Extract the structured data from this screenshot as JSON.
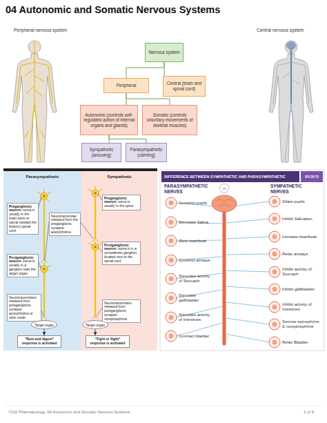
{
  "diagram": {
    "title": "04 Autonomic and Somatic Nervous Systems",
    "nodes": [
      {
        "text": [
          "Nervous system"
        ]
      },
      {
        "text": [
          "Peripheral"
        ]
      },
      {
        "text": [
          "Central (brain and spinal cord)"
        ]
      },
      {
        "text": [
          "Autonomic (controls self-regulated action of internal organs and glands)"
        ]
      },
      {
        "text": [
          "Somatic (controls voluntary movements of skeletal muscles)"
        ]
      },
      {
        "text": [
          "Sympathetic (arousing)"
        ]
      },
      {
        "text": [
          "Parasympathetic (calming)"
        ]
      },
      {
        "text": [
          "Parasympathetic"
        ]
      },
      {
        "text": [
          "Sympathetic"
        ]
      },
      {
        "text": [
          "Preganglionic neuron:",
          "soma is usually in the brain-stem or sacral (toward the bottom) spinal cord"
        ],
        "in": 7
      },
      {
        "text": [
          "Neurotransmitter released from the preganglionic synapse: acetylcholine"
        ],
        "in": 7
      },
      {
        "text": [
          "Preganglionic neuron:",
          "soma is usually in the spine"
        ],
        "in": 8
      },
      {
        "text": [
          "Postganglionic neuron:",
          "soma is usually in a ganglion near the target organ"
        ],
        "in": 7
      },
      {
        "text": [
          "Postganglionic neuron:",
          "soma is in a sympathetic ganglion, located next to the spinal cord"
        ],
        "in": 8
      },
      {
        "text": [
          "Neurotransmitters released from postganglionic synapse: acetylcholine or nitric oxide"
        ],
        "in": 7
      },
      {
        "text": [
          "Neurotransmitters released from postganglionic synapse: norepinephrine"
        ],
        "in": 8
      },
      {
        "text": [
          "Target organ"
        ],
        "in": 7
      },
      {
        "text": [
          "Target organ"
        ],
        "in": 8
      },
      {
        "text": [
          "\"Rest and digest\" response is activated"
        ],
        "in": 7
      },
      {
        "text": [
          "\"Fight or flight\" response is activated"
        ],
        "in": 8
      },
      {
        "text": [
          "DIFFERENCE BETWEEN SYMPATHETIC AND PARASYMPATHETIC"
        ]
      },
      {
        "text": [
          "vs"
        ]
      }
    ],
    "edges": [
      {
        "from": 0,
        "to": 1,
        "arrow": "none"
      },
      {
        "from": 0,
        "to": 2,
        "arrow": "none"
      },
      {
        "from": 1,
        "to": 3,
        "arrow": "none"
      },
      {
        "from": 1,
        "to": 4,
        "arrow": "none"
      },
      {
        "from": 3,
        "to": 5,
        "arrow": "none"
      },
      {
        "from": 3,
        "to": 6,
        "arrow": "none"
      },
      {
        "from": 16,
        "to": 18,
        "arrow": "to"
      },
      {
        "from": 17,
        "to": 19,
        "arrow": "to"
      }
    ],
    "labels": [
      "Peripheral nervous system",
      "Central nervous system",
      "PARASYMPATHETIC NERVES",
      "SYMPATHETIC NERVES",
      "Constrict pupils",
      "Stimulate Saliva",
      "Slow heartbeat",
      "Constrict airways",
      "Stimulate activity of Stomach",
      "Stimulate gallbladder",
      "Stimulate activity of Intestines",
      "Contract bladder",
      "Dilate pupils",
      "Inhibit Salivation",
      "Increase heartbeat",
      "Relax airways",
      "Inhibit activity of Stomach",
      "Inhibit gallbladder",
      "Inhibit activity of Intestines",
      "Secrete epinephrine & norepinephrine",
      "Relax Bladder",
      "BYJU'S",
      "7102 Pharmacology, 04 Autonomic and Somatic Nervous Systems",
      "1 of 5"
    ]
  }
}
